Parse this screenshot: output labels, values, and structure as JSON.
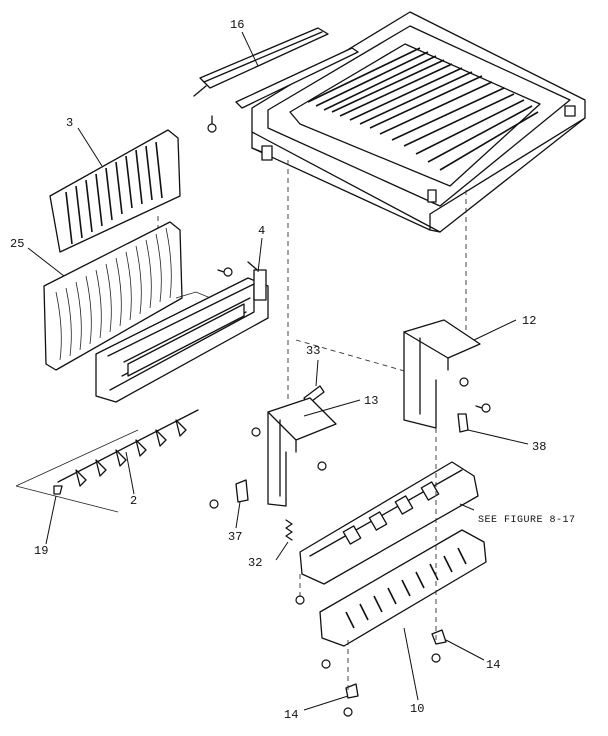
{
  "labels": {
    "p16": "16",
    "p3": "3",
    "p25": "25",
    "p4": "4",
    "p12": "12",
    "p33": "33",
    "p13": "13",
    "p38": "38",
    "p2": "2",
    "p19": "19",
    "p37": "37",
    "p32": "32",
    "p14a": "14",
    "p14b": "14",
    "p10": "10"
  },
  "note": "SEE FIGURE 8-17"
}
